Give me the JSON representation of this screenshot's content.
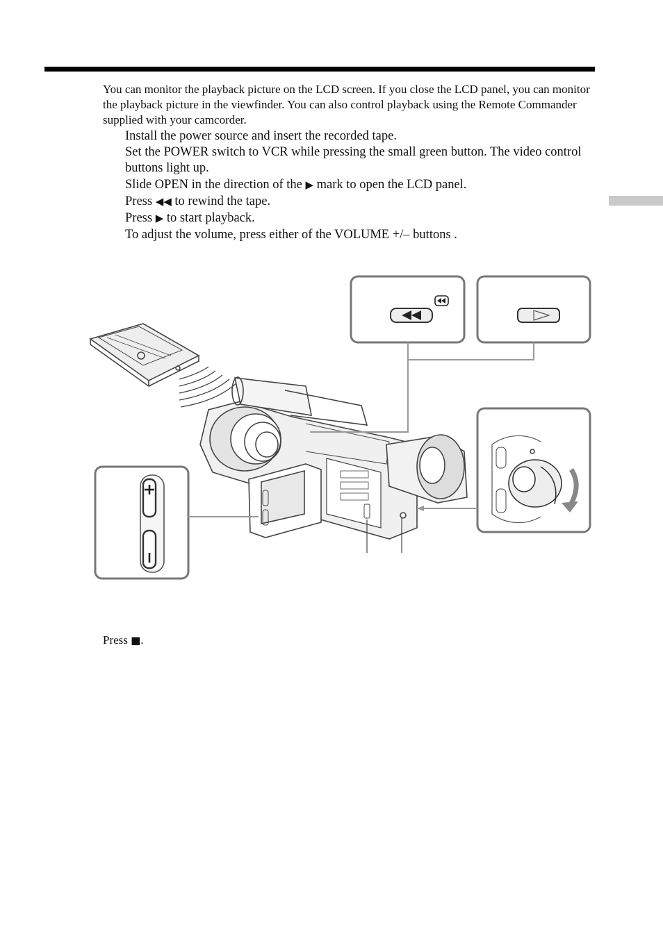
{
  "intro": "You can monitor the playback picture on the LCD screen. If you close the LCD panel, you can monitor the playback picture in the viewfinder. You can also control playback using the Remote Commander supplied with your camcorder.",
  "steps": [
    {
      "text": "Install the power source and insert the recorded tape."
    },
    {
      "text": "Set the POWER switch to VCR while pressing the small green button. The video control buttons light up."
    },
    {
      "pre": "Slide OPEN in the direction of the ",
      "glyph": "▶",
      "post": " mark to open the LCD panel."
    },
    {
      "pre": "Press ",
      "glyph": "◀◀",
      "post": " to rewind the tape."
    },
    {
      "pre": "Press ",
      "glyph": "▶",
      "post": " to start playback."
    },
    {
      "text": "To adjust the volume, press either of the VOLUME +/– buttons ."
    }
  ],
  "stop": {
    "pre": "Press ",
    "glyph": "■",
    "post": "."
  },
  "icons": {
    "remote": "remote-commander-icon",
    "camcorder": "camcorder-icon",
    "rewind": "rewind-button-icon",
    "play": "play-button-icon",
    "volume": "volume-plus-minus-icon",
    "power": "power-switch-icon"
  }
}
